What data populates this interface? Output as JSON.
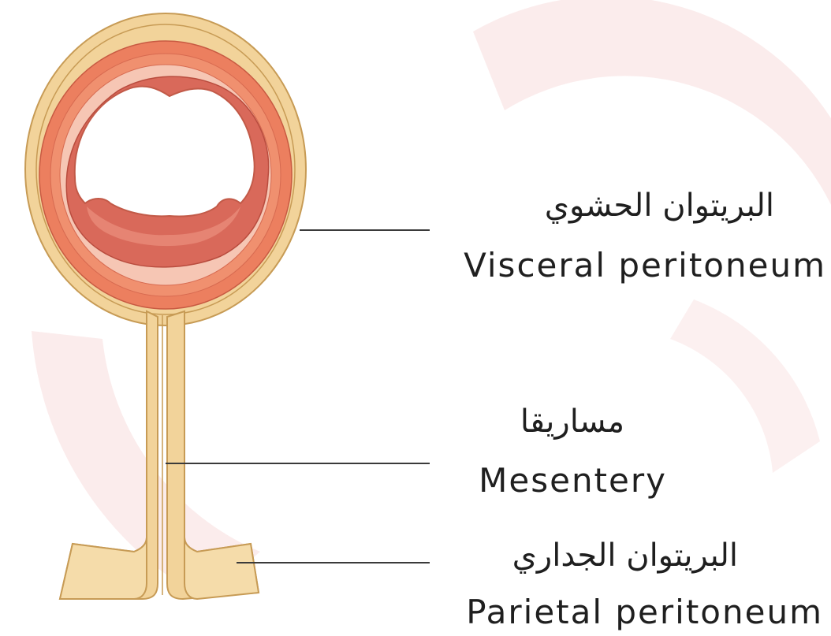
{
  "labels": {
    "visceral": {
      "arabic": "البريتوان الحشوي",
      "english": "Visceral peritoneum"
    },
    "mesentery": {
      "arabic": "مساريقا",
      "english": "Mesentery"
    },
    "parietal": {
      "arabic": "البريتوان الجداري",
      "english": "Parietal peritoneum"
    }
  },
  "colors": {
    "peritoneum": "#f2d39a",
    "peritoneum_outline": "#c79b55",
    "muscle": "#ec7f5f",
    "mucosa": "#d9695a",
    "leader_line": "#3a3a3a",
    "watermark": "#f7dcdc"
  }
}
